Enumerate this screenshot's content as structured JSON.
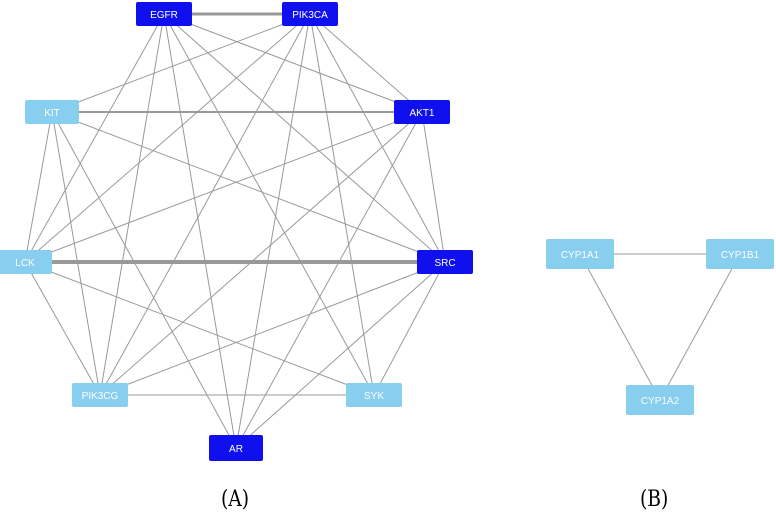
{
  "colors": {
    "dark_node": "#1010ee",
    "light_node": "#87ceef",
    "edge": "#999999",
    "label_on_dark": "#ffffff",
    "label_on_light": "#ffffff"
  },
  "panels": [
    {
      "label": "(A)",
      "nodes": [
        {
          "id": "EGFR",
          "label": "EGFR",
          "style": "dark"
        },
        {
          "id": "PIK3CA",
          "label": "PIK3CA",
          "style": "dark"
        },
        {
          "id": "KIT",
          "label": "KIT",
          "style": "light"
        },
        {
          "id": "AKT1",
          "label": "AKT1",
          "style": "dark"
        },
        {
          "id": "LCK",
          "label": "LCK",
          "style": "light"
        },
        {
          "id": "SRC",
          "label": "SRC",
          "style": "dark"
        },
        {
          "id": "PIK3CG",
          "label": "PIK3CG",
          "style": "light"
        },
        {
          "id": "SYK",
          "label": "SYK",
          "style": "light"
        },
        {
          "id": "AR",
          "label": "AR",
          "style": "dark"
        }
      ],
      "edges": [
        [
          "EGFR",
          "PIK3CA"
        ],
        [
          "EGFR",
          "AKT1"
        ],
        [
          "EGFR",
          "SRC"
        ],
        [
          "EGFR",
          "AR"
        ],
        [
          "EGFR",
          "SYK"
        ],
        [
          "EGFR",
          "PIK3CG"
        ],
        [
          "EGFR",
          "LCK"
        ],
        [
          "PIK3CA",
          "KIT"
        ],
        [
          "PIK3CA",
          "AKT1"
        ],
        [
          "PIK3CA",
          "LCK"
        ],
        [
          "PIK3CA",
          "SRC"
        ],
        [
          "PIK3CA",
          "PIK3CG"
        ],
        [
          "PIK3CA",
          "SYK"
        ],
        [
          "PIK3CA",
          "AR"
        ],
        [
          "KIT",
          "AKT1"
        ],
        [
          "KIT",
          "SRC"
        ],
        [
          "KIT",
          "PIK3CG"
        ],
        [
          "KIT",
          "LCK"
        ],
        [
          "KIT",
          "AR"
        ],
        [
          "AKT1",
          "LCK"
        ],
        [
          "AKT1",
          "SRC"
        ],
        [
          "AKT1",
          "PIK3CG"
        ],
        [
          "AKT1",
          "AR"
        ],
        [
          "LCK",
          "SRC"
        ],
        [
          "LCK",
          "PIK3CG"
        ],
        [
          "LCK",
          "SYK"
        ],
        [
          "SRC",
          "PIK3CG"
        ],
        [
          "SRC",
          "AR"
        ],
        [
          "SRC",
          "SYK"
        ],
        [
          "PIK3CG",
          "SYK"
        ]
      ]
    },
    {
      "label": "(B)",
      "nodes": [
        {
          "id": "CYP1A1",
          "label": "CYP1A1",
          "style": "light"
        },
        {
          "id": "CYP1B1",
          "label": "CYP1B1",
          "style": "light"
        },
        {
          "id": "CYP1A2",
          "label": "CYP1A2",
          "style": "light"
        }
      ],
      "edges": [
        [
          "CYP1A1",
          "CYP1B1"
        ],
        [
          "CYP1A1",
          "CYP1A2"
        ],
        [
          "CYP1B1",
          "CYP1A2"
        ]
      ]
    }
  ]
}
